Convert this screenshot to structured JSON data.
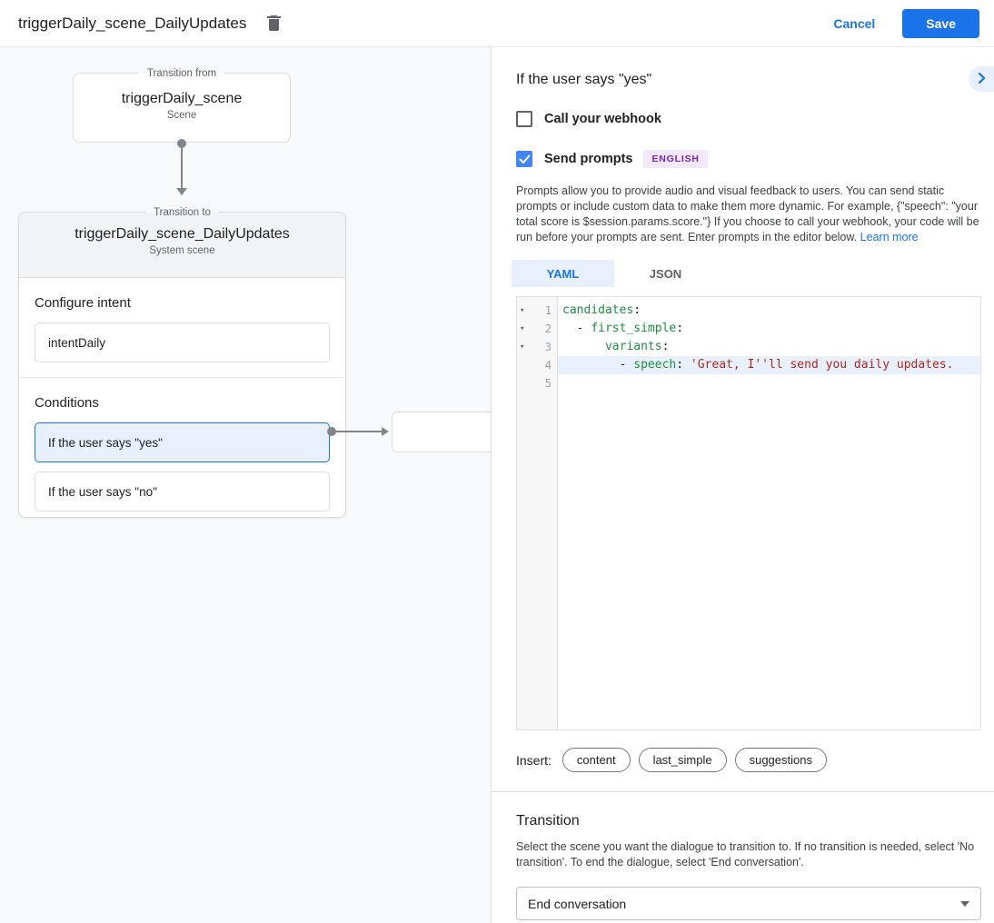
{
  "colors": {
    "accent": "#1a73e8",
    "selected_bg": "#e8f0fe",
    "badge_text": "#7627bb",
    "badge_bg": "#f3e8fd",
    "code_key": "#1e8e3e",
    "code_string": "#b3261e"
  },
  "header": {
    "title": "triggerDaily_scene_DailyUpdates",
    "cancel_label": "Cancel",
    "save_label": "Save"
  },
  "canvas": {
    "from_node": {
      "legend": "Transition from",
      "title": "triggerDaily_scene",
      "subtitle": "Scene"
    },
    "to_node": {
      "legend": "Transition to",
      "title": "triggerDaily_scene_DailyUpdates",
      "subtitle": "System scene",
      "intent_heading": "Configure intent",
      "intent_name": "intentDaily",
      "conditions_heading": "Conditions",
      "conditions": [
        {
          "label": "If the user says \"yes\"",
          "selected": true
        },
        {
          "label": "If the user says \"no\"",
          "selected": false
        }
      ]
    }
  },
  "panel": {
    "title": "If the user says \"yes\"",
    "webhook_checkbox": {
      "label": "Call your webhook",
      "checked": false
    },
    "prompts_checkbox": {
      "label": "Send prompts",
      "checked": true,
      "badge": "ENGLISH"
    },
    "description": "Prompts allow you to provide audio and visual feedback to users. You can send static prompts or include custom data to make them more dynamic. For example, {\"speech\": \"your total score is $session.params.score.\"} If you choose to call your webhook, your code will be run before your prompts are sent. Enter prompts in the editor below. ",
    "learn_more_label": "Learn more",
    "tabs": [
      {
        "label": "YAML"
      },
      {
        "label": "JSON"
      }
    ],
    "editor": {
      "lines": [
        {
          "number": "1",
          "t0": "",
          "t1": "candidates",
          "t2": ":",
          "t3": ""
        },
        {
          "number": "2",
          "t0": "  - ",
          "t1": "first_simple",
          "t2": ":",
          "t3": ""
        },
        {
          "number": "3",
          "t0": "      ",
          "t1": "variants",
          "t2": ":",
          "t3": ""
        },
        {
          "number": "4",
          "t0": "        - ",
          "t1": "speech",
          "t2": ": ",
          "t3": "'Great, I''ll send you daily updates."
        },
        {
          "number": "5",
          "t0": "",
          "t1": "",
          "t2": "",
          "t3": ""
        }
      ]
    },
    "insert": {
      "label": "Insert:",
      "chips": [
        "content",
        "last_simple",
        "suggestions"
      ]
    },
    "transition": {
      "heading": "Transition",
      "description": "Select the scene you want the dialogue to transition to. If no transition is needed, select 'No transition'. To end the dialogue, select 'End conversation'.",
      "dropdown_value": "End conversation"
    }
  }
}
